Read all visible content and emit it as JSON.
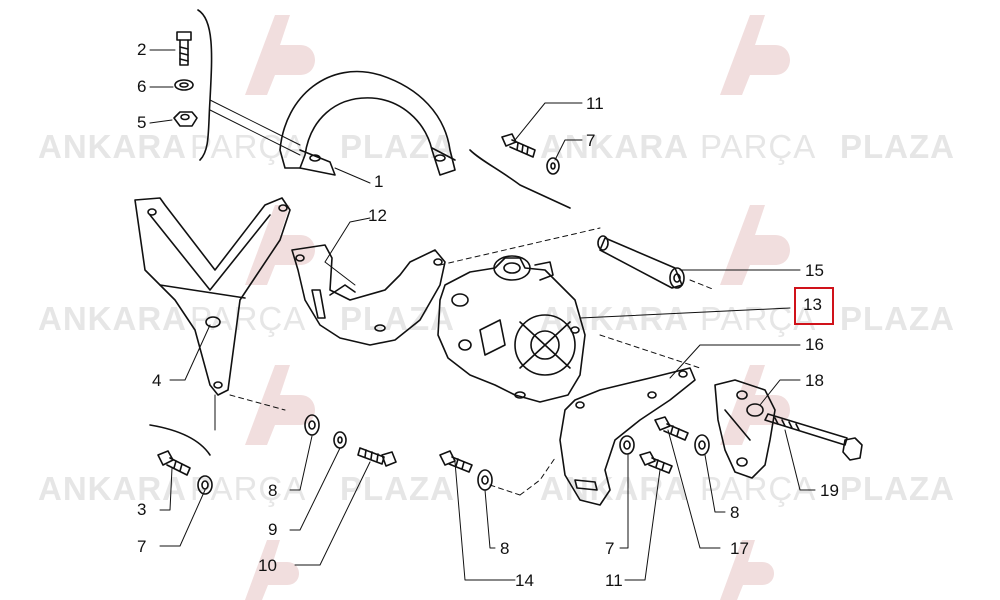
{
  "watermark": {
    "word1": "ANKARA",
    "word2": "PARÇA",
    "word3": "PLAZA"
  },
  "callouts": [
    "1",
    "2",
    "3",
    "4",
    "5",
    "6",
    "7",
    "7",
    "7",
    "8",
    "8",
    "8",
    "9",
    "10",
    "11",
    "11",
    "12",
    "13",
    "14",
    "15",
    "16",
    "17",
    "18",
    "19"
  ],
  "highlighted_callout": "13",
  "colors": {
    "line": "#111111",
    "highlight": "#d0121a",
    "watermark_text": "#e6e6e6",
    "watermark_logo": "#f1dede"
  }
}
